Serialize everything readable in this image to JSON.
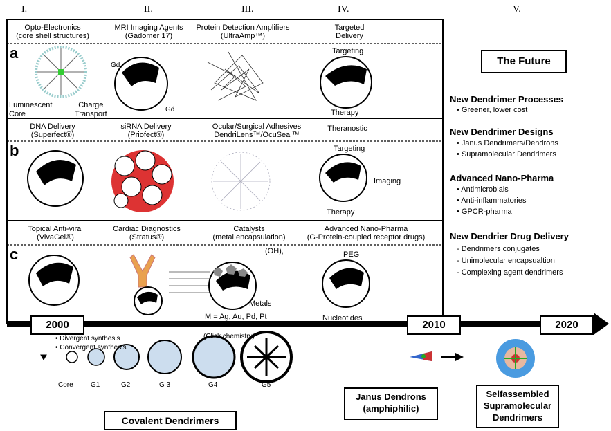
{
  "columns": [
    "I.",
    "II.",
    "III.",
    "IV.",
    "V."
  ],
  "rows": [
    "a",
    "b",
    "c"
  ],
  "row_a": {
    "c1": [
      "Opto-Electronics",
      "(core shell structures)"
    ],
    "c2": [
      "MRI Imaging  Agents",
      "(Gadomer 17)"
    ],
    "c3": [
      "Protein Detection Amplifiers",
      "(UltraAmp™)"
    ],
    "c4": [
      "Targeted",
      "Delivery"
    ],
    "luminescent": [
      "Luminescent",
      "Core"
    ],
    "charge": [
      "Charge",
      "Transport"
    ],
    "gd": "Gd",
    "targeting": "Targeting",
    "therapy": "Therapy"
  },
  "row_b": {
    "c1": [
      "DNA Delivery",
      "(Superfect®)"
    ],
    "c2": [
      "siRNA Delivery",
      "(Priofect®)"
    ],
    "c3": [
      "Ocular/Surgical Adhesives",
      "DendriLens™/OcuSeal™"
    ],
    "c4": "Theranostic",
    "targeting": "Targeting",
    "imaging": "Imaging",
    "therapy": "Therapy"
  },
  "row_c": {
    "c1": [
      "Topical Anti-viral",
      "(VivaGel®)"
    ],
    "c2": [
      "Cardiac Diagnostics",
      "(Stratus®)"
    ],
    "c3": [
      "Catalysts",
      "(metal encapsulation)"
    ],
    "c4": [
      "Advanced Nano-Pharma",
      "(G-Protein-coupled receptor drugs)"
    ],
    "oh": "(OH),",
    "metals": "Metals",
    "m_eq": "M = Ag, Au, Pd, Pt",
    "peg": "PEG",
    "nucleotides": "Nucleotides"
  },
  "future": {
    "title": "The Future",
    "sections": [
      {
        "heading": "New Dendrimer Processes",
        "items": [
          "• Greener, lower cost"
        ]
      },
      {
        "heading": "New Dendrimer Designs",
        "items": [
          "• Janus Dendrimers/Dendrons",
          "• Supramolecular Dendrimers"
        ]
      },
      {
        "heading": "Advanced Nano-Pharma",
        "items": [
          "• Antimicrobials",
          "• Anti-inflammatories",
          "• GPCR-pharma"
        ]
      },
      {
        "heading": "New Dendrier Drug Delivery",
        "items": [
          "- Dendrimers conjugates",
          "- Unimolecular encapsualtion",
          "- Complexing agent dendrimers"
        ]
      }
    ]
  },
  "timeline": {
    "years": [
      "2000",
      "2010",
      "2020"
    ]
  },
  "synthesis": {
    "methods": [
      "• Divergent synthesis",
      "• Convergent synthesis"
    ],
    "click": "(Click chemistry)",
    "generations": [
      "Core",
      "G1",
      "G2",
      "G 3",
      "G4",
      "G5"
    ],
    "covalent": "Covalent Dendrimers"
  },
  "janus": [
    "Janus Dendrons",
    "(amphiphilic)"
  ],
  "selfassembled": [
    "Selfassembled",
    "Supramolecular",
    "Dendrimers"
  ]
}
